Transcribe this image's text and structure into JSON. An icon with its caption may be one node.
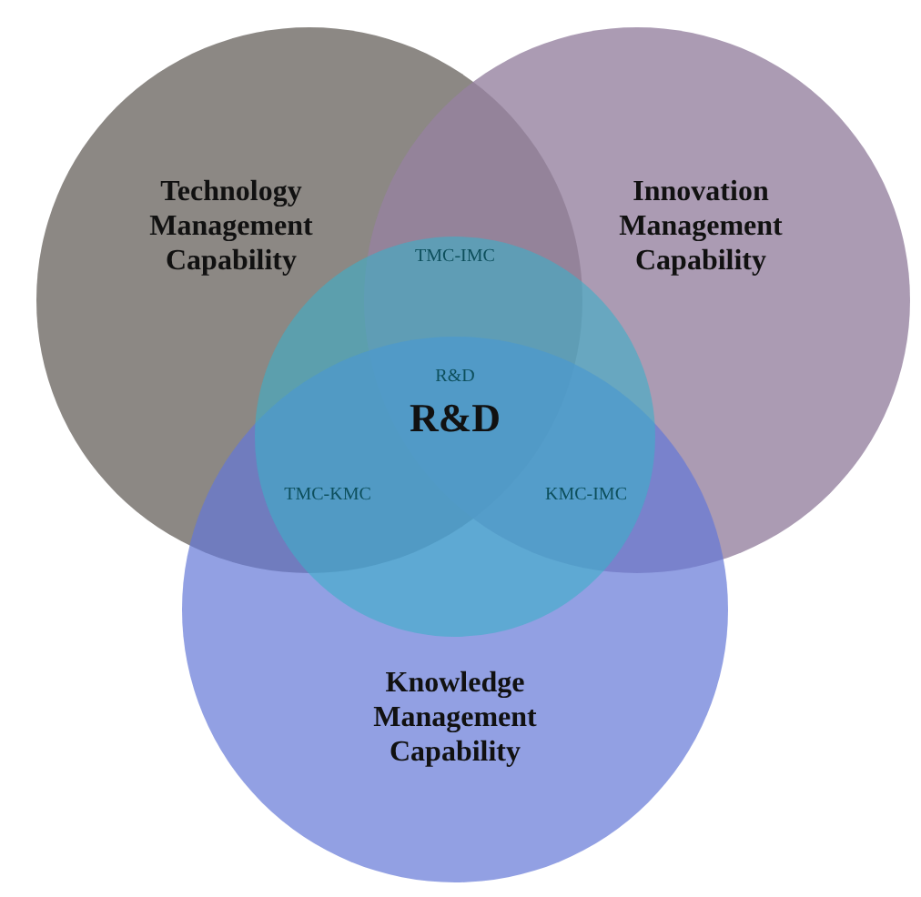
{
  "diagram": {
    "nodes": [
      {
        "text": [
          "Technology Management Capability"
        ]
      },
      {
        "text": [
          "Innovation Management Capability"
        ]
      },
      {
        "text": [
          "Knowledge Management Capability"
        ]
      },
      {
        "text": [
          "R&D"
        ]
      }
    ],
    "labels": [
      "TMC-IMC",
      "R&D",
      "TMC-KMC",
      "KMC-IMC"
    ]
  }
}
